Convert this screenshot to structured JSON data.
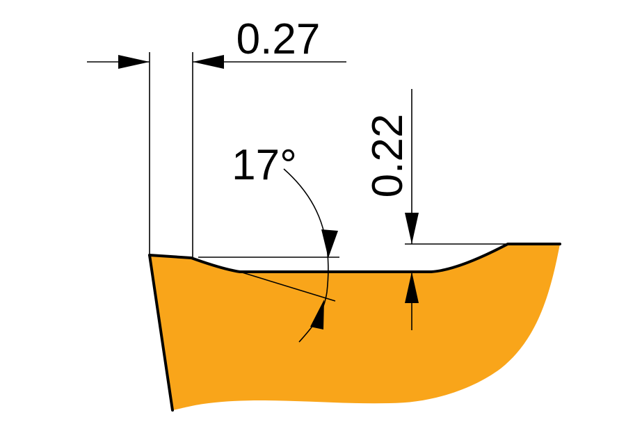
{
  "diagram": {
    "insert_color": "#F9A51A",
    "edge_color": "#000000",
    "dimensions": {
      "land_width": "0.27",
      "chamfer_angle": "17°",
      "groove_depth": "0.22"
    }
  }
}
